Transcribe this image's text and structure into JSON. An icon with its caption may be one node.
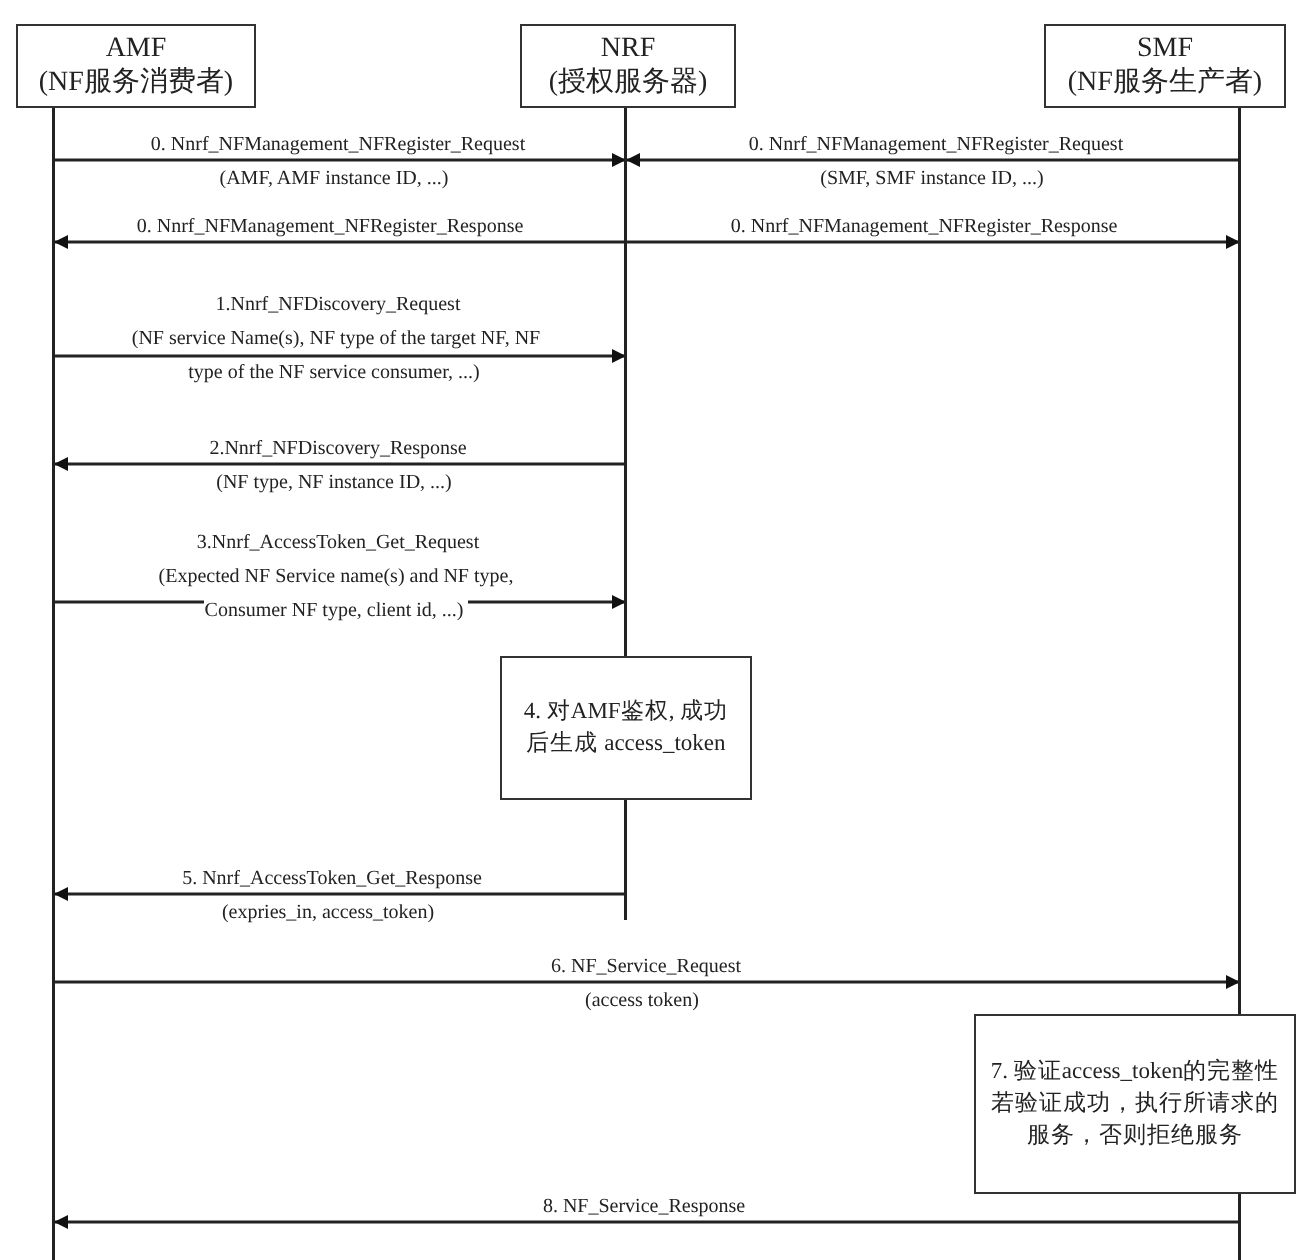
{
  "diagram": {
    "nodes": [
      {
        "text": [
          "AMF",
          "(NF服务消费者)"
        ]
      },
      {
        "text": [
          "NRF",
          "(授权服务器)"
        ]
      },
      {
        "text": [
          "SMF",
          "(NF服务生产者)"
        ]
      },
      {
        "text": [
          "4. 对AMF鉴权, 成功后生成 access_token"
        ]
      },
      {
        "text": [
          "7. 验证access_token的完整性",
          "若验证成功，执行所请求的服务，否则拒绝服务"
        ]
      }
    ],
    "edges": [
      {
        "from": 0,
        "to": 1,
        "arrow": "to",
        "label": "0. Nnrf_NFManagement_NFRegister_Request (AMF, AMF instance ID, ...)"
      },
      {
        "from": 2,
        "to": 1,
        "arrow": "to",
        "label": "0. Nnrf_NFManagement_NFRegister_Request (SMF, SMF instance ID, ...)"
      },
      {
        "from": 1,
        "to": 0,
        "arrow": "to",
        "label": "0. Nnrf_NFManagement_NFRegister_Response"
      },
      {
        "from": 1,
        "to": 2,
        "arrow": "to",
        "label": "0. Nnrf_NFManagement_NFRegister_Response"
      },
      {
        "from": 0,
        "to": 1,
        "arrow": "to",
        "label": "1.Nnrf_NFDiscovery_Request (NF service Name(s), NF type of the target NF, NF type of the NF service consumer, ...)"
      },
      {
        "from": 1,
        "to": 0,
        "arrow": "to",
        "label": "2.Nnrf_NFDiscovery_Response (NF type, NF instance ID, ...)"
      },
      {
        "from": 0,
        "to": 1,
        "arrow": "to",
        "label": "3.Nnrf_AccessToken_Get_Request (Expected NF Service name(s) and NF type, Consumer NF type, client id, ...)"
      },
      {
        "from": 1,
        "to": 0,
        "arrow": "to",
        "label": "5. Nnrf_AccessToken_Get_Response (expries_in, access_token)"
      },
      {
        "from": 0,
        "to": 2,
        "arrow": "to",
        "label": "6. NF_Service_Request (access token)"
      },
      {
        "from": 2,
        "to": 0,
        "arrow": "to",
        "label": "8. NF_Service_Response"
      }
    ]
  }
}
